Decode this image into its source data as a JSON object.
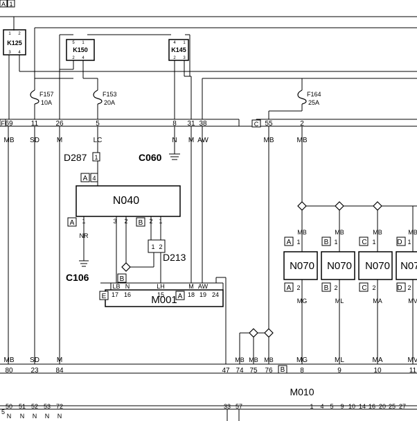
{
  "relays": {
    "k125": "K125",
    "k150": "K150",
    "k145": "K145"
  },
  "relay_pins": {
    "k125_top": "1",
    "k125_top2": "2",
    "k125_bot": "3",
    "k125_bot2": "4",
    "k150_top": "5",
    "k150_top2": "1",
    "k150_bot": "2",
    "k150_bot2": "4",
    "k145_top": "4",
    "k145_top2": "1",
    "k145_bot": "2",
    "k145_bot2": "3"
  },
  "fuses": {
    "f157_name": "F157",
    "f157_rating": "10A",
    "f153_name": "F153",
    "f153_rating": "20A",
    "f164_name": "F164",
    "f164_rating": "25A"
  },
  "top_connector": {
    "label_a": "A",
    "pin_a1": "1",
    "label_f": "F",
    "label_c": "C"
  },
  "upper_pins": [
    "69",
    "11",
    "26",
    "5",
    "8",
    "31",
    "38",
    "55",
    "2"
  ],
  "upper_wire_codes": [
    "MB",
    "SD",
    "M",
    "LC",
    "N",
    "M",
    "AW",
    "MB",
    "MB"
  ],
  "components": {
    "d287": "D287",
    "d287_pin": "1",
    "c060": "C060",
    "n040": "N040",
    "n040_conn_a": "A",
    "n040_conn_a_pin": "4",
    "n040_lower_a": "A",
    "n040_pin1": "1",
    "n040_pin3": "3",
    "n040_pin2": "2",
    "n040_conn_b": "B",
    "n040_b_pin2": "2",
    "n040_b_pin1": "1",
    "nr_code": "NR",
    "c106": "C106",
    "c106_conn": "B",
    "d213": "D213",
    "d213_pin1": "1",
    "d213_pin2": "2",
    "m001": "M001",
    "m001_conn_e": "E",
    "m001_conn_a": "A",
    "m001_codes": [
      "LB",
      "N",
      "LH",
      "M",
      "AW"
    ],
    "m001_pins_e": [
      "17",
      "16",
      "15"
    ],
    "m001_pins_a": [
      "18",
      "19",
      "24"
    ]
  },
  "n070": {
    "name": "N070",
    "top_conns": [
      "A",
      "B",
      "C",
      "D"
    ],
    "bottom_conns": [
      "A",
      "B",
      "C",
      "D"
    ],
    "top_pin": "1",
    "bottom_pin": "2",
    "top_codes": [
      "MB",
      "MB",
      "MB",
      "MB"
    ],
    "bottom_codes": [
      "MG",
      "ML",
      "MA",
      "MV"
    ]
  },
  "bottom_connector": {
    "codes_left": [
      "MB",
      "SD",
      "M"
    ],
    "pins_left": [
      "80",
      "23",
      "84"
    ],
    "codes_mid": [
      "MB",
      "MB",
      "MB"
    ],
    "pins_mid": [
      "47",
      "74",
      "75",
      "76"
    ],
    "conn_b": "B",
    "pins_right": [
      "8",
      "9",
      "10",
      "11"
    ],
    "codes_right": [
      "MG",
      "ML",
      "MA",
      "MV"
    ],
    "name": "M010"
  },
  "bottom_row": {
    "pins_left": [
      "50",
      "51",
      "52",
      "53",
      "72"
    ],
    "codes_left": [
      "N",
      "N",
      "N",
      "N",
      "N"
    ],
    "pins_mid": [
      "33",
      "57"
    ],
    "pins_right": [
      "1",
      "4",
      "5",
      "9",
      "10",
      "14",
      "16",
      "20",
      "25",
      "27"
    ],
    "frame_label": "5"
  }
}
